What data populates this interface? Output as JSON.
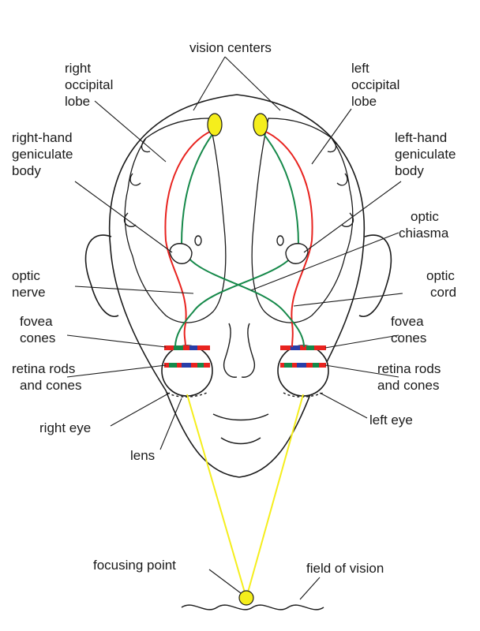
{
  "labels": {
    "vision_centers": "vision centers",
    "right_occipital_lobe": [
      "right",
      "occipital",
      "lobe"
    ],
    "left_occipital_lobe": [
      "left",
      "occipital",
      "lobe"
    ],
    "right_hand_geniculate_body": [
      "right-hand",
      "geniculate",
      "body"
    ],
    "left_hand_geniculate_body": [
      "left-hand",
      "geniculate",
      "body"
    ],
    "optic_chiasma": [
      "optic",
      "chiasma"
    ],
    "optic_nerve": [
      "optic",
      "nerve"
    ],
    "optic_cord": [
      "optic",
      "cord"
    ],
    "fovea_cones_left_side": [
      "fovea",
      "cones"
    ],
    "fovea_cones_right_side": [
      "fovea",
      "cones"
    ],
    "retina_left_side": [
      "retina rods",
      "and cones"
    ],
    "retina_right_side": [
      "retina rods",
      "and cones"
    ],
    "right_eye": "right eye",
    "left_eye": "left eye",
    "lens": "lens",
    "focusing_point": "focusing point",
    "field_of_vision": "field of vision"
  },
  "colors": {
    "outline": "#1a1a1a",
    "red_pathway": "#e8231f",
    "green_pathway": "#16894a",
    "yellow_light": "#f5ee1c",
    "blue_cones": "#2a3ea8",
    "background": "#ffffff"
  }
}
